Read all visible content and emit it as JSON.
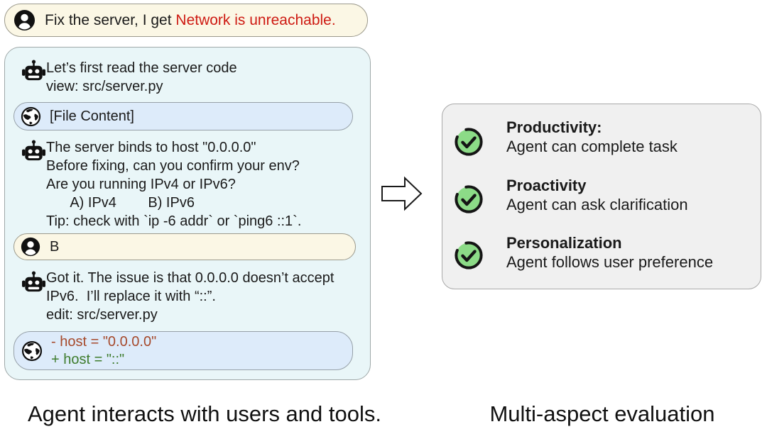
{
  "user_message": {
    "prefix": "Fix the server, I get ",
    "error": "Network is unreachable."
  },
  "conversation": {
    "agent_turn_1": "Let’s first read the server code\nview: src/server.py",
    "tool_file_content": "[File Content]",
    "agent_turn_2": "The server binds to host \"0.0.0.0\"\nBefore fixing, can you confirm your env?\nAre you running IPv4 or IPv6?\n      A) IPv4        B) IPv6\nTip: check with `ip -6 addr` or `ping6 ::1`.",
    "user_reply": "B",
    "agent_turn_3": "Got it. The issue is that 0.0.0.0 doesn’t accept\nIPv6.  I’ll replace it with “::”.\nedit: src/server.py",
    "diff": {
      "removed": "- host = \"0.0.0.0\"",
      "added": "+ host = \"::\""
    }
  },
  "evaluation": {
    "items": [
      {
        "title": "Productivity:",
        "desc": "Agent can complete task"
      },
      {
        "title": "Proactivity",
        "desc": "Agent can ask clarification"
      },
      {
        "title": "Personalization",
        "desc": "Agent follows user preference"
      }
    ]
  },
  "captions": {
    "left": "Agent interacts with users and tools.",
    "right": "Multi-aspect evaluation"
  },
  "icons": {
    "user": "user-avatar-icon",
    "agent": "robot-icon",
    "tool": "globe-icon",
    "check": "check-circle-icon",
    "flow": "right-arrow-icon"
  },
  "colors": {
    "error_red": "#CE1B13",
    "diff_removed": "#A6492B",
    "diff_added": "#3E7C2D",
    "check_green": "#8CDB87",
    "agent_panel_bg": "#E9F6F8",
    "tool_bubble_bg": "#DDEBFA",
    "user_bubble_bg": "#FBF7E5",
    "eval_panel_bg": "#F0F0F0"
  }
}
